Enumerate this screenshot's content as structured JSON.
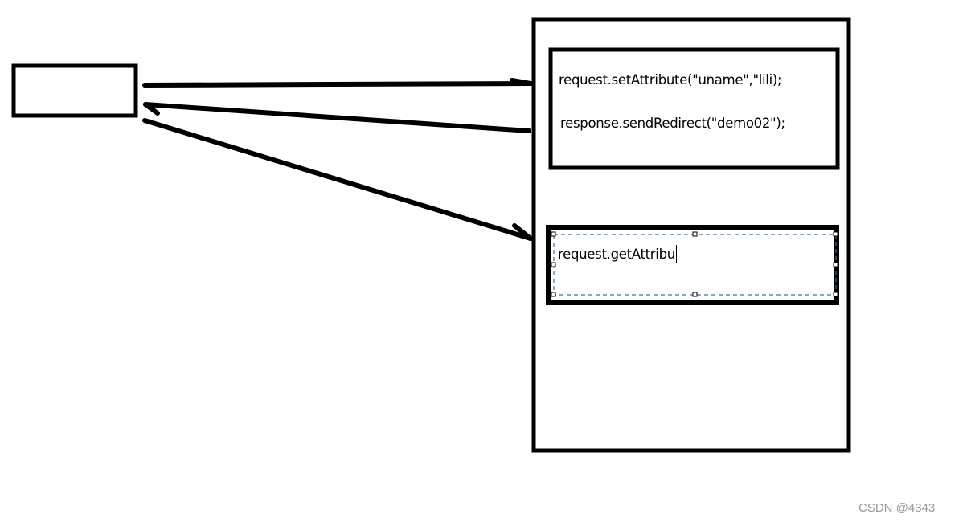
{
  "diagram": {
    "top_box_lines": [
      "request.setAttribute(\"uname\",\"lili);",
      "response.sendRedirect(\"demo02\");"
    ],
    "bottom_box_text": "request.getAttribu",
    "edit_selection_color": "#3a6fa8"
  },
  "watermark": "CSDN @4343"
}
